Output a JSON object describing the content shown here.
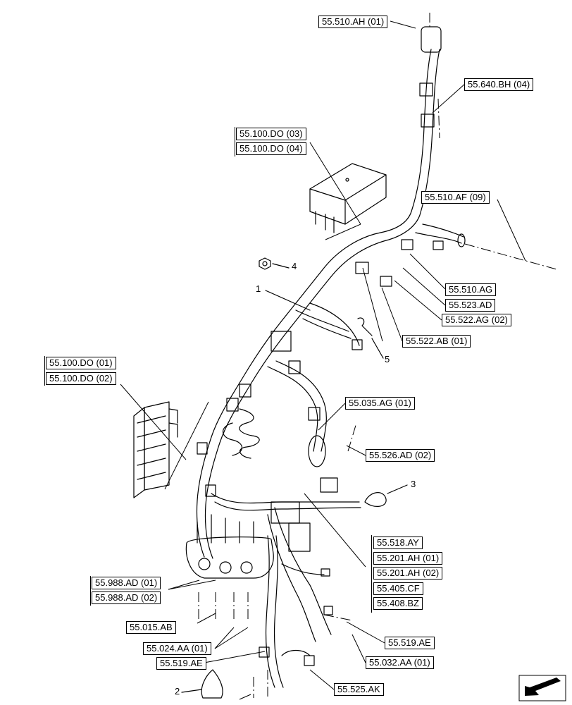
{
  "diagram": {
    "references": [
      "55.510.AH (01)",
      "55.640.BH (04)",
      "55.100.DO (03)",
      "55.100.DO (04)",
      "55.510.AF (09)",
      "55.510.AG",
      "55.523.AD",
      "55.522.AG (02)",
      "55.522.AB (01)",
      "55.100.DO (01)",
      "55.100.DO (02)",
      "55.035.AG (01)",
      "55.526.AD (02)",
      "55.518.AY",
      "55.201.AH (01)",
      "55.201.AH (02)",
      "55.405.CF",
      "55.408.BZ",
      "55.988.AD (01)",
      "55.988.AD (02)",
      "55.015.AB",
      "55.024.AA (01)",
      "55.519.AE",
      "55.519.AE",
      "55.032.AA (01)",
      "55.525.AK"
    ],
    "item_numbers": [
      "1",
      "2",
      "3",
      "4",
      "5"
    ]
  }
}
